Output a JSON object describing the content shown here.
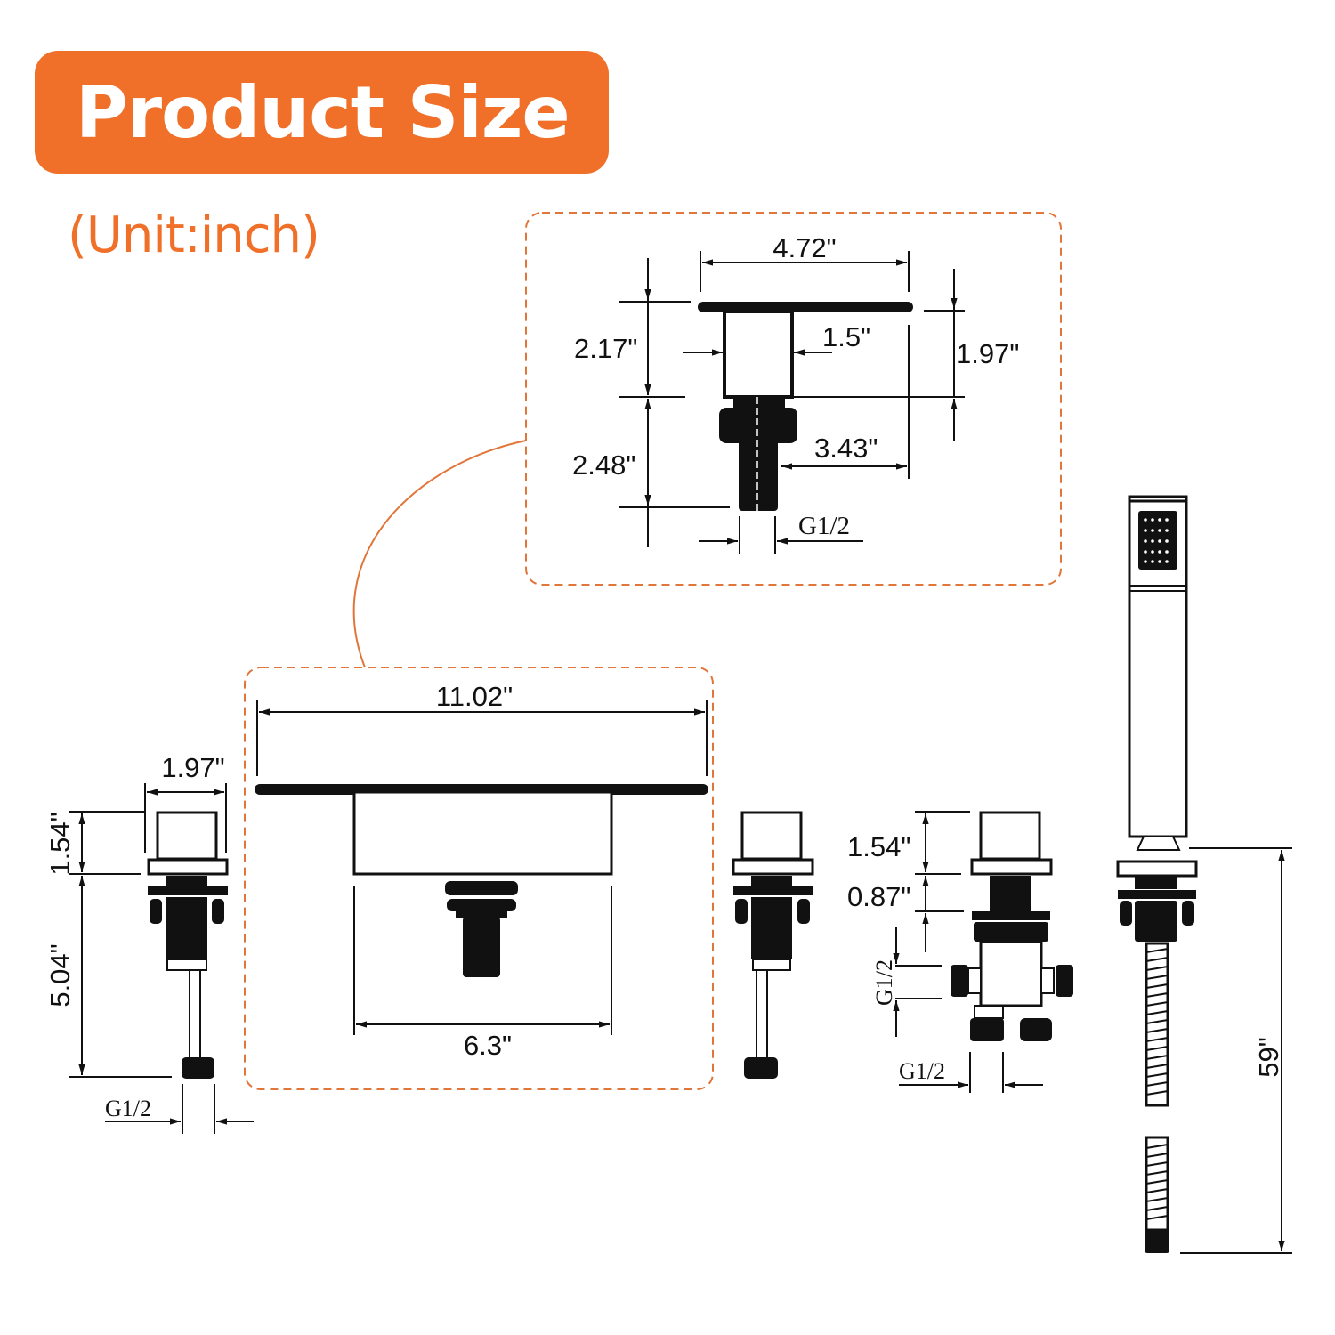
{
  "header": {
    "title": "Product Size",
    "unit": "(Unit:inch)",
    "accent_color": "#F07029"
  },
  "spout_detail": {
    "width_top": "4.72\"",
    "height_upper": "2.17\"",
    "body_width": "1.5\"",
    "right_height": "1.97\"",
    "lower_height": "2.48\"",
    "projection": "3.43\"",
    "thread": "G1/2"
  },
  "spout_front": {
    "total_width": "11.02\"",
    "body_width": "6.3\""
  },
  "left_handle": {
    "width": "1.97\"",
    "handle_height": "1.54\"",
    "body_height": "5.04\"",
    "thread": "G1/2"
  },
  "diverter_valve": {
    "handle_height": "1.54\"",
    "stem_height": "0.87\"",
    "side_thread": "G1/2",
    "bottom_thread": "G1/2"
  },
  "hand_shower": {
    "hose_length": "59\""
  }
}
